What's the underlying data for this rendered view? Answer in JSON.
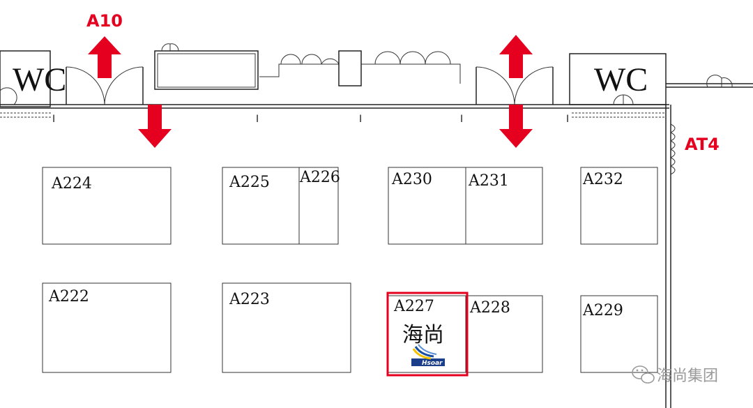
{
  "entrances": [
    {
      "label": "A10"
    },
    {
      "label": "AT4"
    }
  ],
  "restrooms": [
    {
      "label": "WC"
    },
    {
      "label": "WC"
    }
  ],
  "booths": [
    {
      "id": "A224"
    },
    {
      "id": "A225"
    },
    {
      "id": "A226"
    },
    {
      "id": "A230"
    },
    {
      "id": "A231"
    },
    {
      "id": "A232"
    },
    {
      "id": "A222"
    },
    {
      "id": "A223"
    },
    {
      "id": "A227"
    },
    {
      "id": "A228"
    },
    {
      "id": "A229"
    }
  ],
  "highlighted_booth": {
    "id": "A227",
    "exhibitor_name": "海尚",
    "exhibitor_logo_text": "Hsoar",
    "highlight_color": "#e6001f"
  },
  "watermark": {
    "text": "海尚集团",
    "icon": "wechat-icon"
  },
  "colors": {
    "arrow": "#e6001f",
    "line": "#222222",
    "logo_blue": "#1a4fa0",
    "logo_yellow": "#f2c200"
  }
}
